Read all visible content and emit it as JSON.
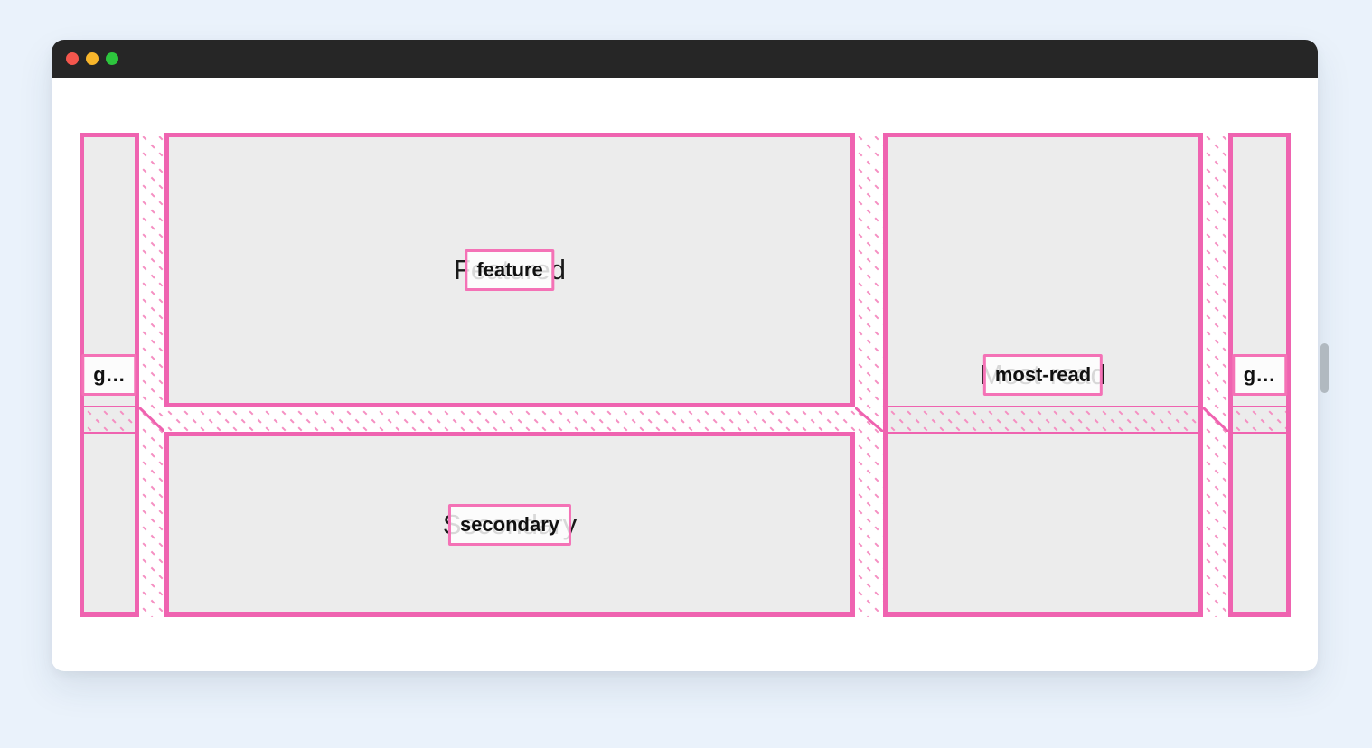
{
  "window": {
    "titlebar": {
      "traffic_lights": [
        {
          "name": "close-button",
          "color": "#f4564d"
        },
        {
          "name": "minimize-button",
          "color": "#f8b62b"
        },
        {
          "name": "zoom-button",
          "color": "#2dc53d"
        }
      ]
    }
  },
  "grid_overlay": {
    "labels": {
      "gutter_left": "g…",
      "feature": "feature",
      "most_read": "most-read",
      "gutter_right": "g…",
      "secondary": "secondary"
    },
    "colors": {
      "area_border": "#ef63b0",
      "label_border": "#f472b6",
      "hatch": "#f58fc2",
      "area_fill": "#ececec"
    }
  },
  "page": {
    "headings": {
      "featured": "Featured",
      "secondary": "Secondary",
      "most_read": "Most-read"
    }
  },
  "background_color": "#eaf2fb"
}
